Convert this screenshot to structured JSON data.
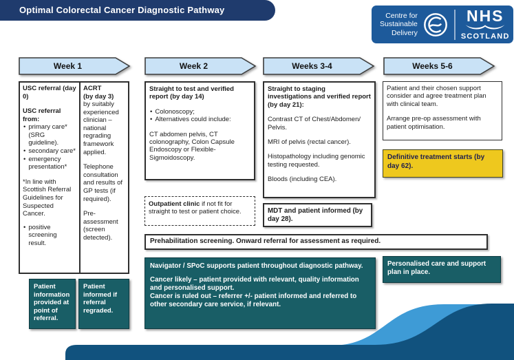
{
  "colors": {
    "navy": "#1F3B6D",
    "nhs_blue": "#1D5A9B",
    "arrow_fill": "#C9E2F6",
    "teal": "#195E66",
    "yellow": "#EEC81E",
    "wave_light": "#3E9BD6",
    "wave_dark": "#11527E"
  },
  "header": {
    "title": "Optimal Colorectal Cancer Diagnostic Pathway",
    "logo": {
      "org_line1": "Centre for",
      "org_line2": "Sustainable",
      "org_line3": "Delivery",
      "nhs": "NHS",
      "region": "SCOTLAND"
    }
  },
  "timeline": {
    "arrow1": "Week 1",
    "arrow2": "Week 2",
    "arrow3": "Weeks 3-4",
    "arrow4": "Weeks 5-6"
  },
  "week1": {
    "usc": {
      "heading": "USC referral (day 0)",
      "subheading": "USC referral from:",
      "bullet1": "primary care* (SRG guideline).",
      "bullet2": "secondary care*",
      "bullet3": "emergency presentation*",
      "note": "*In line with Scottish Referral Guidelines for Suspected Cancer.",
      "bullet4": "positive screening result."
    },
    "acrt": {
      "heading_line1": "ACRT",
      "heading_line2": "(by day 3)",
      "p1": "by suitably experienced clinician – national regrading framework applied.",
      "p2": "Telephone consultation and results of GP tests (if required).",
      "p3": "Pre-assessment (screen detected)."
    },
    "foot_left": "Patient information provided at point of referral.",
    "foot_right": "Patient informed if referral regraded."
  },
  "week2": {
    "test": {
      "heading": "Straight to test and verified report (by day 14)",
      "bullet1": "Colonoscopy;",
      "bullet2": "Alternatives could include:",
      "p1": "CT abdomen pelvis, CT colonography, Colon Capsule Endoscopy or Flexible-Sigmoidoscopy."
    },
    "outpatient": {
      "lead": "Outpatient clinic",
      "rest": " if not fit for straight to test or patient choice."
    }
  },
  "weeks34": {
    "staging": {
      "heading": "Straight to staging investigations and verified report (by day 21):",
      "p1": "Contrast CT of Chest/Abdomen/ Pelvis.",
      "p2": "MRI of pelvis (rectal cancer).",
      "p3": "Histopathology including genomic testing requested.",
      "p4": "Bloods (including CEA)."
    },
    "mdt": "MDT and patient informed (by day 28)."
  },
  "weeks56": {
    "plan": {
      "p1": "Patient and their chosen support consider and agree treatment plan with clinical team.",
      "p2": "Arrange pre-op assessment with patient optimisation."
    },
    "definitive": "Definitive treatment starts (by day 62).",
    "personalised": "Personalised care and support plan in place."
  },
  "prehab": "Prehabilitation screening. Onward referral for assessment as required.",
  "navigator": {
    "p1": "Navigator / SPoC supports patient throughout diagnostic pathway.",
    "p2": "Cancer likely – patient provided with relevant, quality information and personalised support.",
    "p3": "Cancer is ruled out – referrer +/- patient informed and referred to other secondary care service, if relevant."
  }
}
